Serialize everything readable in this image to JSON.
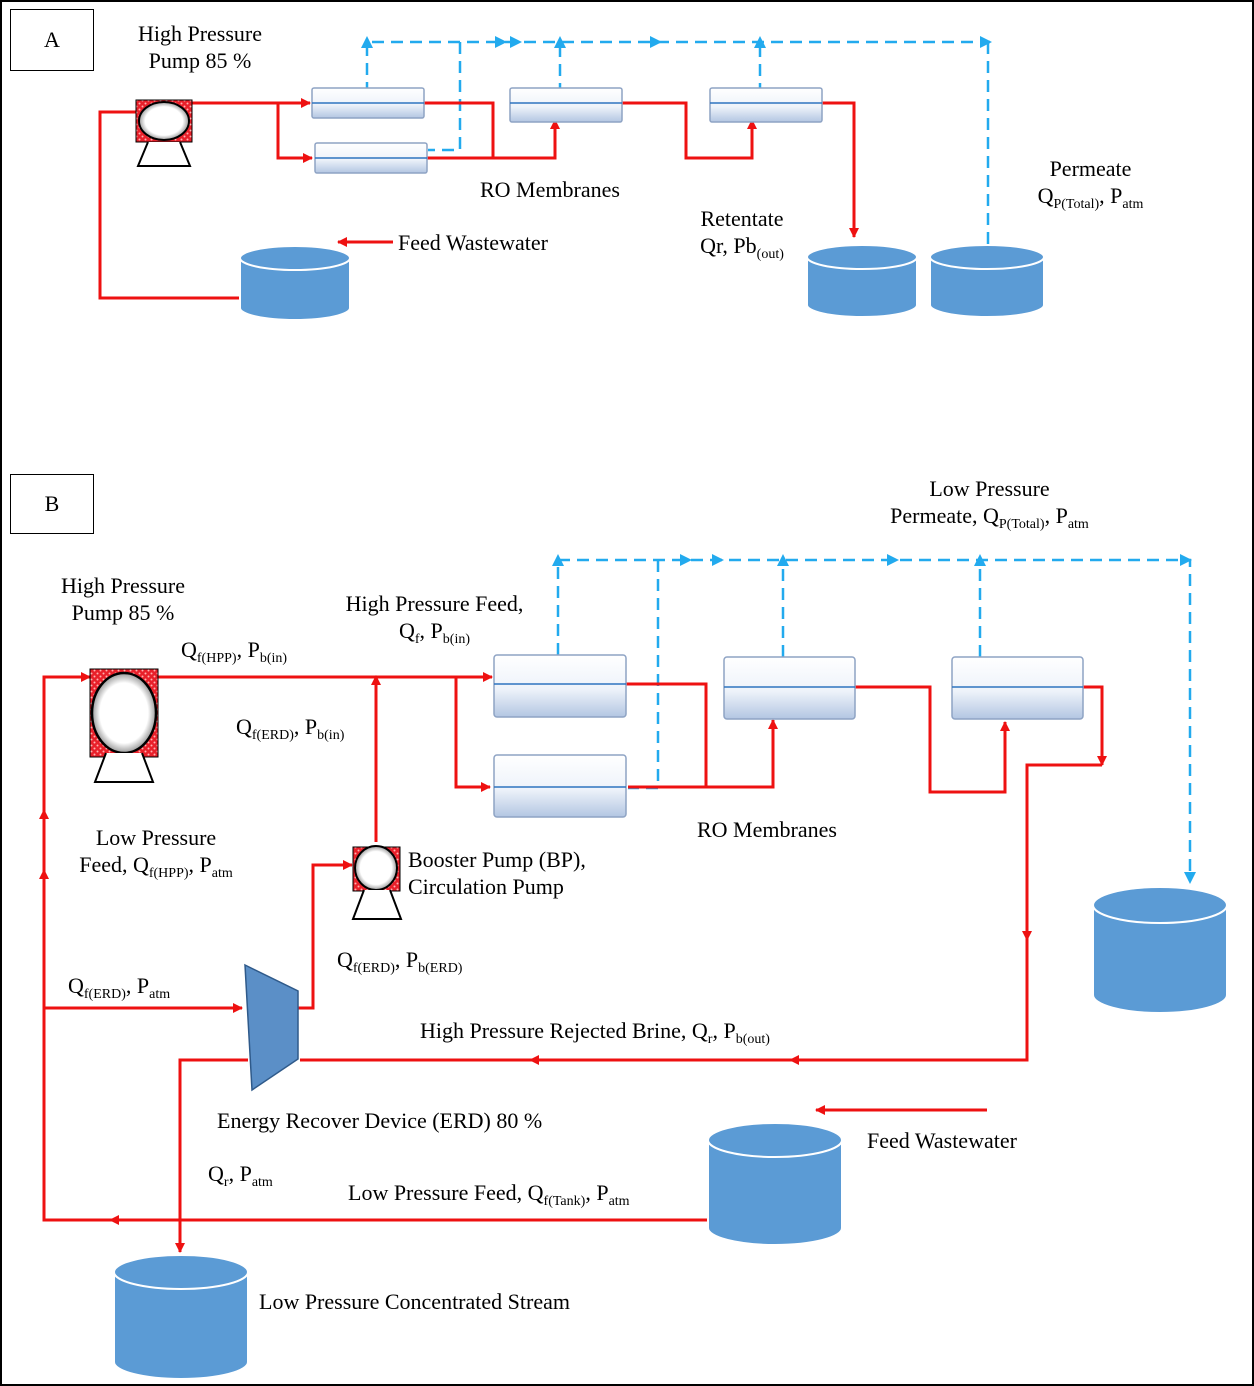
{
  "panel_a": {
    "label": "A",
    "pump_line1": "High Pressure",
    "pump_line2": "Pump 85 %",
    "membranes": "RO Membranes",
    "feed": "Feed Wastewater",
    "retentate_line1": "Retentate",
    "retentate_q": "Qr, Pb",
    "retentate_sub": "(out)",
    "permeate_line1": "Permeate",
    "permeate_q": "Q",
    "permeate_q_sub": "P(Total)",
    "permeate_p": ", P",
    "permeate_p_sub": "atm"
  },
  "panel_b": {
    "label": "B",
    "lp_permeate_line1": "Low Pressure",
    "lp_permeate_line2": "Permeate, Q",
    "lp_permeate_sub1": "P(Total)",
    "lp_permeate_mid": ", P",
    "lp_permeate_sub2": "atm",
    "hpp_line1": "High Pressure",
    "hpp_line2": "Pump 85 %",
    "qf_hpp": "Q",
    "qf_hpp_sub": "f(HPP)",
    "qf_hpp_mid": ", P",
    "qf_hpp_sub2": "b(in)",
    "hp_feed_line1": "High Pressure Feed,",
    "hp_feed_q": "Q",
    "hp_feed_sub": "f",
    "hp_feed_mid": ", P",
    "hp_feed_sub2": "b(in)",
    "qf_erd_in": "Q",
    "qf_erd_in_sub": "f(ERD)",
    "qf_erd_in_mid": ", P",
    "qf_erd_in_sub2": "b(in)",
    "membranes": "RO Membranes",
    "lp_feed_line1": "Low Pressure",
    "lp_feed_line2": "Feed, Q",
    "lp_feed_sub": "f(HPP)",
    "lp_feed_mid": ", P",
    "lp_feed_sub2": "atm",
    "booster_line1": "Booster Pump (BP),",
    "booster_line2": "Circulation Pump",
    "qf_erd_b": "Q",
    "qf_erd_b_sub": "f(ERD)",
    "qf_erd_b_mid": ", P",
    "qf_erd_b_sub2": "b(ERD)",
    "qf_erd_atm": "Q",
    "qf_erd_atm_sub": "f(ERD)",
    "qf_erd_atm_mid": ", P",
    "qf_erd_atm_sub2": "atm",
    "brine": "High Pressure Rejected Brine, Q",
    "brine_sub": "r",
    "brine_mid": ", P",
    "brine_sub2": "b(out)",
    "erd": "Energy Recover Device (ERD) 80 %",
    "feed": "Feed Wastewater",
    "qr_atm": "Q",
    "qr_atm_sub": "r",
    "qr_atm_mid": ", P",
    "qr_atm_sub2": "atm",
    "lp_feed_tank": "Low Pressure Feed, Q",
    "lp_feed_tank_sub": "f(Tank)",
    "lp_feed_tank_mid": ", P",
    "lp_feed_tank_sub2": "atm",
    "concentrated": "Low Pressure Concentrated Stream"
  },
  "colors": {
    "retentate_line": "#ee1111",
    "permeate_line": "#22aaee",
    "tank": "#5b9bd5",
    "erd": "#5b8fc7",
    "pump_fill": "#e8202a",
    "membrane_line": "#2e74c0"
  }
}
